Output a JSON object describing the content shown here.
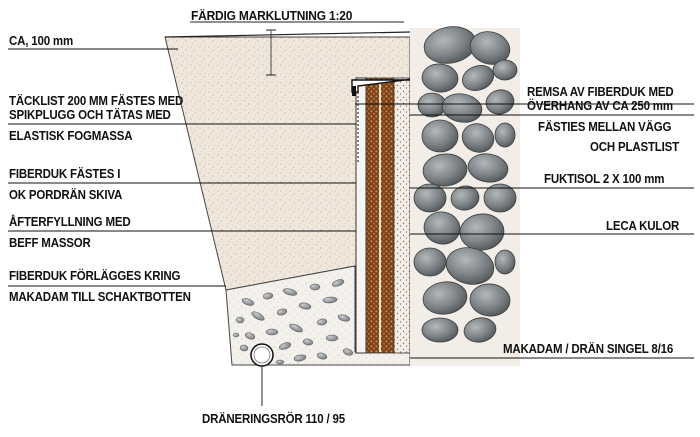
{
  "title": "FÄRDIG MARKLUTNING 1:20",
  "labels_left": {
    "topsoil": "CA, 100 mm",
    "cover_strip_1": "TÄCKLIST 200 MM FÄSTES MED",
    "cover_strip_2": "SPIKPLUGG OCH TÄTAS MED",
    "cover_strip_3": "ELASTISK FOGMASSA",
    "fabric_attach_1": "FIBERDUK FÄSTES I",
    "fabric_attach_2": "OK PORDRÄN SKIVA",
    "backfill_1": "ÅFTERFYLLNING MED",
    "backfill_2": "BEFF MASSOR",
    "fabric_lay_1": "FIBERDUK FÖRLÄGGES KRING",
    "fabric_lay_2": "MAKADAM  TILL SCHAKTBOTTEN"
  },
  "labels_right": {
    "strip_1": "REMSA AV FIBERDUK MED",
    "strip_2": "ÖVERHANG AV CA 250 mm",
    "attach_1": "FÄSTIES MELLAN VÄGG",
    "attach_2": "OCH PLASTLIST",
    "damp": "FUKTISOL 2 X 100 mm",
    "leca": "LECA KULOR",
    "gravel": "MAKADAM / DRÄN SINGEL 8/16"
  },
  "labels_bottom": {
    "pipe": "DRÄNERINGSRÖR 110 / 95"
  },
  "colors": {
    "backfill": "#efe7dc",
    "backfill_speck": "#c9a98a",
    "leca": "#8a4a1e",
    "leca_dot": "#d9a86a",
    "board": "#f4f2ee",
    "stone_dark": "#5f6467",
    "stone_light": "#b4b8bb",
    "line": "#222222"
  }
}
